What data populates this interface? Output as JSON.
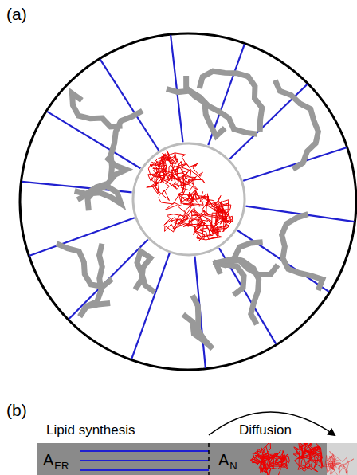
{
  "diagram": {
    "labels": [
      "(a)",
      "(b)",
      "Lipid synthesis",
      "Diffusion",
      "A",
      "ER",
      "A",
      "N"
    ]
  }
}
